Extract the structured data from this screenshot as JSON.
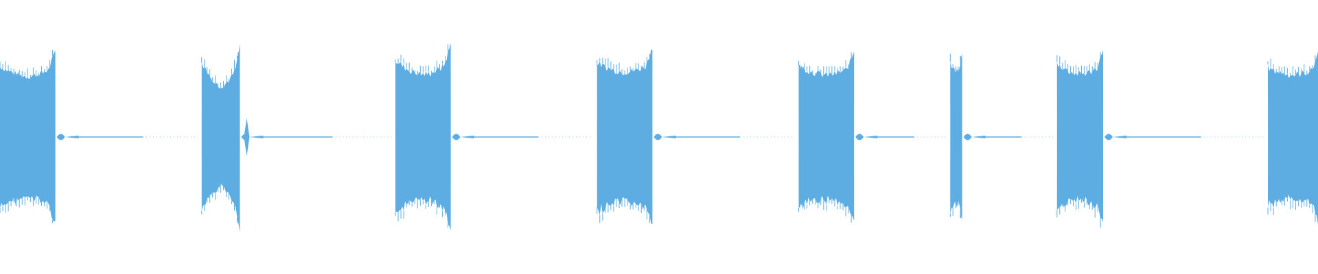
{
  "waveform": {
    "color": "#5DADE2",
    "bursts": [
      {
        "start": 0.0,
        "end": 0.042,
        "level": 0.86,
        "sag": 0.14,
        "tail": "blip"
      },
      {
        "start": 0.153,
        "end": 0.182,
        "level": 0.92,
        "sag": 0.32,
        "tail": "double-blip"
      },
      {
        "start": 0.3,
        "end": 0.342,
        "level": 0.93,
        "sag": 0.18,
        "tail": "blip"
      },
      {
        "start": 0.453,
        "end": 0.495,
        "level": 0.9,
        "sag": 0.12,
        "tail": "blip"
      },
      {
        "start": 0.606,
        "end": 0.648,
        "level": 0.86,
        "sag": 0.12,
        "tail": "blip"
      },
      {
        "start": 0.721,
        "end": 0.73,
        "level": 0.88,
        "sag": 0.1,
        "tail": "blip"
      },
      {
        "start": 0.802,
        "end": 0.837,
        "level": 0.89,
        "sag": 0.14,
        "tail": "blip"
      },
      {
        "start": 0.962,
        "end": 1.0,
        "level": 0.84,
        "sag": 0.1,
        "tail": "none"
      }
    ]
  }
}
